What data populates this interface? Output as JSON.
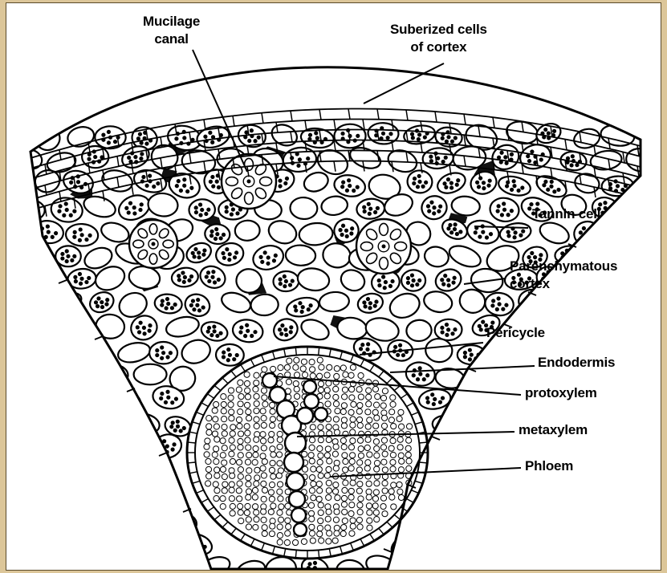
{
  "labels": {
    "mucilage_canal": [
      "Mucilage",
      "canal"
    ],
    "suberized_cells": [
      "Suberized cells",
      "of cortex"
    ],
    "tannin_cell": "Tannin cell",
    "parenchymatous_cortex": [
      "Parenchymatous",
      "cortex"
    ],
    "pericycle": "Pericycle",
    "endodermis": "Endodermis",
    "protoxylem": "protoxylem",
    "metaxylem": "metaxylem",
    "phloem": "Phloem"
  },
  "colors": {
    "background": "#dcc699",
    "panel": "#ffffff",
    "ink": "#000000",
    "tannin": "#111111"
  }
}
